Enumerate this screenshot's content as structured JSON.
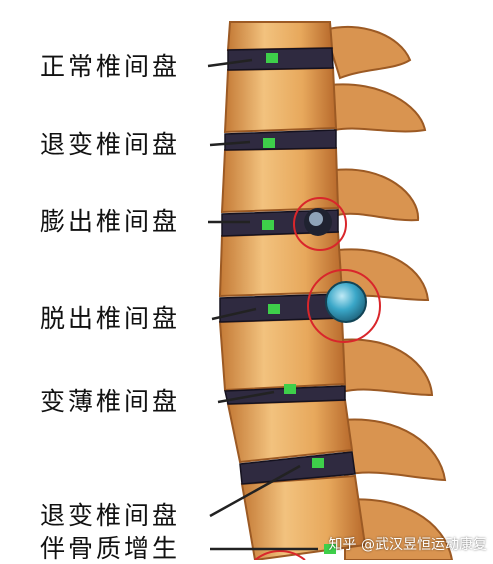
{
  "labels": [
    "正常椎间盘",
    "退变椎间盘",
    "膨出椎间盘",
    "脱出椎间盘",
    "变薄椎间盘",
    "退变椎间盘",
    "伴骨质增生"
  ],
  "watermark": "知乎 @武汉昱恒运动康复",
  "colors": {
    "bone": "#e7a85c",
    "bone_dark": "#b86a2c",
    "disc": "#2f2a40",
    "marker": "#3ecf4a",
    "highlight_ring": "#d9262b",
    "nucleus": "#3aa7c8"
  }
}
